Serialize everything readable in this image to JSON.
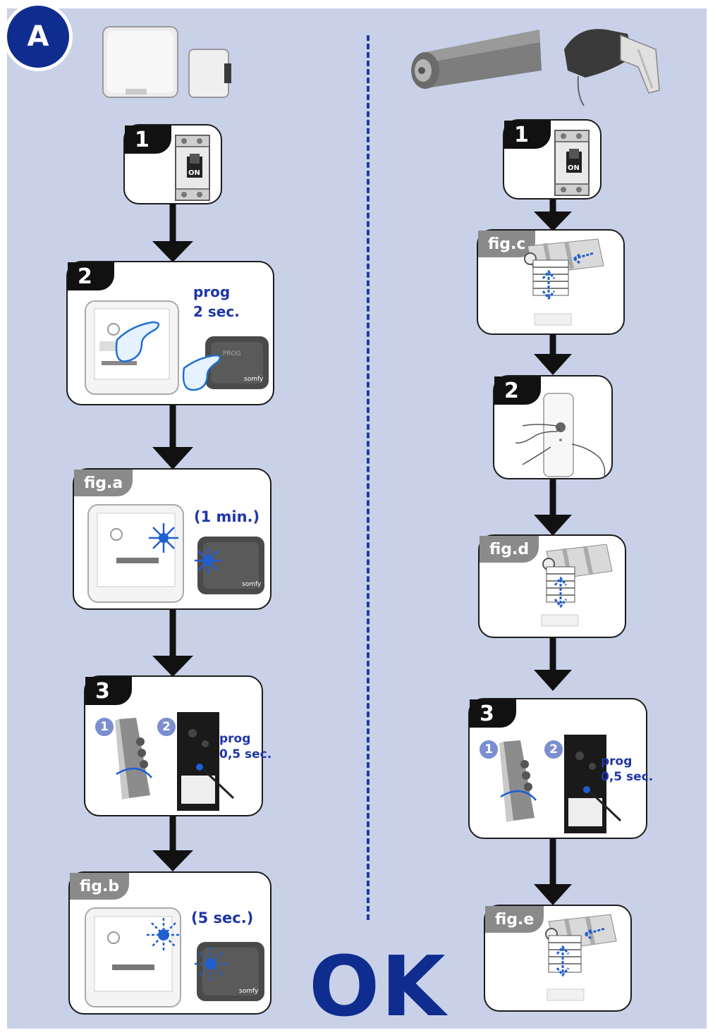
{
  "section_badge": "A",
  "left": {
    "step1": {
      "number": "1",
      "breaker_label": "ON"
    },
    "step2": {
      "number": "2",
      "instruction_line1": "prog",
      "instruction_line2": "2 sec."
    },
    "fig_a": {
      "label": "fig.a",
      "duration": "(1 min.)"
    },
    "step3": {
      "number": "3",
      "sub1": "1",
      "sub2": "2",
      "instruction_line1": "prog",
      "instruction_line2": "0,5 sec."
    },
    "fig_b": {
      "label": "fig.b",
      "duration": "(5 sec.)"
    }
  },
  "right": {
    "step1": {
      "number": "1",
      "breaker_label": "ON"
    },
    "fig_c": {
      "label": "fig.c"
    },
    "step2": {
      "number": "2"
    },
    "fig_d": {
      "label": "fig.d"
    },
    "step3": {
      "number": "3",
      "sub1": "1",
      "sub2": "2",
      "instruction_line1": "prog",
      "instruction_line2": "0,5 sec."
    },
    "fig_e": {
      "label": "fig.e"
    }
  },
  "result": "OK",
  "colors": {
    "accent_blue": "#1f36a8",
    "badge_blue": "#0f2c8f",
    "background": "#c8d1e8"
  }
}
